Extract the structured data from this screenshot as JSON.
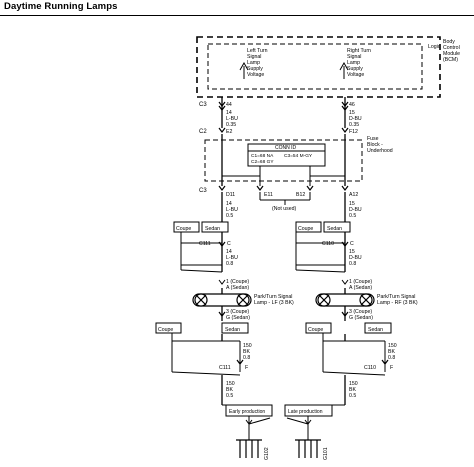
{
  "title": "Daytime Running Lamps",
  "modules": {
    "bcm": [
      "Body",
      "Control",
      "Module",
      "(BCM)"
    ],
    "logic": "Logic",
    "left_supply": [
      "Left Turn",
      "Signal",
      "Lamp",
      "Supply",
      "Voltage"
    ],
    "right_supply": [
      "Right Turn",
      "Signal",
      "Lamp",
      "Supply",
      "Voltage"
    ],
    "fuse_block": [
      "Fuse",
      "Block -",
      "Underhood"
    ],
    "conn_id": [
      "CONN ID",
      "C1=68 NA",
      "C3=54 M-GY",
      "C2=68 GY"
    ],
    "not_used": "(Not used)"
  },
  "connectors": {
    "c3_top": "C3",
    "c2": "C2",
    "c3_mid": "C3",
    "pin_44": "44",
    "pin_46": "46",
    "pin_e2": "E2",
    "pin_f12": "F12",
    "pin_d11": "D11",
    "pin_e11": "E11",
    "pin_b12": "B12",
    "pin_a12": "A12",
    "c111_top": "C111",
    "c110_top": "C110",
    "c_left": "C",
    "c_right": "C",
    "c111_bot": "C111",
    "c110_bot": "C110",
    "f_left": "F",
    "f_right": "F"
  },
  "wires": {
    "w_left_top": [
      "14",
      "L-BU",
      "0.35"
    ],
    "w_right_top": [
      "15",
      "D-BU",
      "0.35"
    ],
    "w_left_mid": [
      "14",
      "L-BU",
      "0.5"
    ],
    "w_right_mid": [
      "15",
      "D-BU",
      "0.5"
    ],
    "w_left_low": [
      "14",
      "L-BU",
      "0.8"
    ],
    "w_right_low": [
      "15",
      "D-BU",
      "0.8"
    ],
    "w_left_gnd": [
      "150",
      "BK",
      "0.8"
    ],
    "w_right_gnd": [
      "150",
      "BK",
      "0.8"
    ],
    "w_left_bot": [
      "150",
      "BK",
      "0.5"
    ],
    "w_right_bot": [
      "150",
      "BK",
      "0.5"
    ]
  },
  "options": {
    "coupe": "Coupe",
    "sedan": "Sedan",
    "early": "Early production",
    "late": "Late production"
  },
  "lamps": {
    "left_pin_top": [
      "1 (Coupe)",
      "A (Sedan)"
    ],
    "right_pin_top": [
      "1 (Coupe)",
      "A (Sedan)"
    ],
    "left_label": [
      "Park/Turn Signal",
      "Lamp - LF (3 BK)"
    ],
    "right_label": [
      "Park/Turn Signal",
      "Lamp - RF (3 BK)"
    ],
    "left_pin_bot": [
      "3 (Coupe)",
      "G (Sedan)"
    ],
    "right_pin_bot": [
      "3 (Coupe)",
      "G (Sedan)"
    ]
  },
  "grounds": {
    "left": "G102",
    "right": "G101"
  }
}
